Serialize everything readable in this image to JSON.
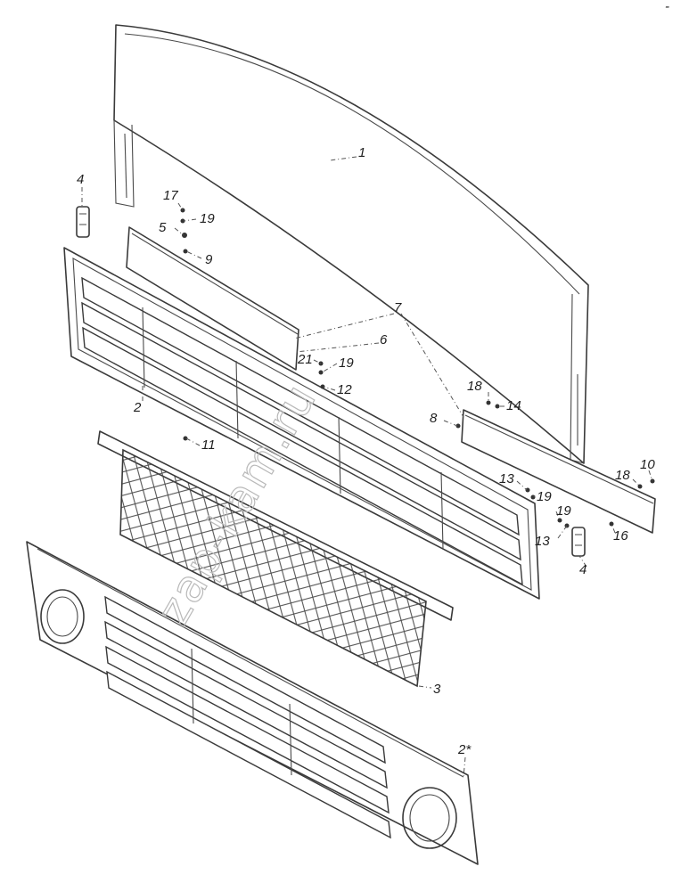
{
  "watermark": "zap-kam.ru",
  "corner_mark": "-",
  "callouts": {
    "c1": "1",
    "c2": "2",
    "c2s": "2*",
    "c3": "3",
    "c4a": "4",
    "c4b": "4",
    "c5": "5",
    "c6": "6",
    "c7": "7",
    "c8": "8",
    "c9": "9",
    "c10": "10",
    "c11": "11",
    "c12": "12",
    "c13a": "13",
    "c13b": "13",
    "c14": "14",
    "c16": "16",
    "c17": "17",
    "c18a": "18",
    "c18b": "18",
    "c19a": "19",
    "c19b": "19",
    "c19c": "19",
    "c19d": "19",
    "c21": "21"
  }
}
